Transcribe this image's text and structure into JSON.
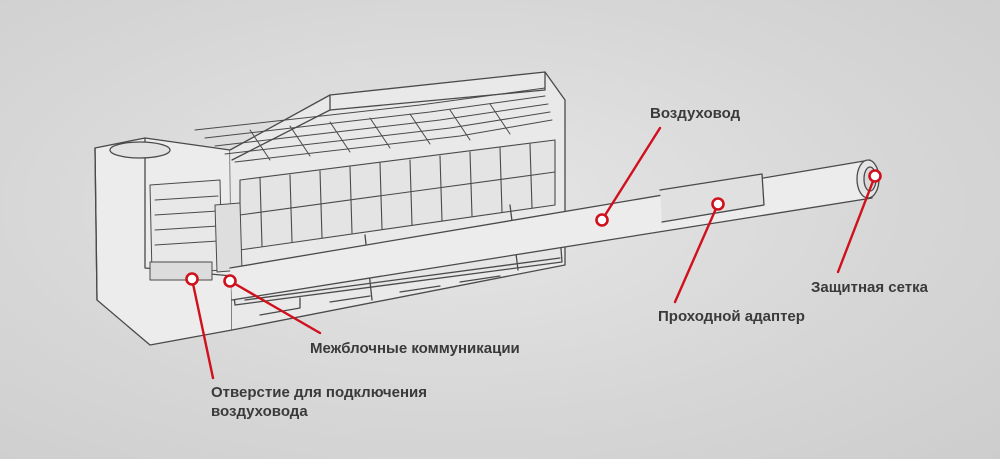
{
  "labels": {
    "duct": "Воздуховод",
    "mesh": "Защитная сетка",
    "adapter": "Проходной адаптер",
    "communications": "Межблочные коммуникации",
    "hole_line1": "Отверстие для подключения",
    "hole_line2": "воздуховода"
  },
  "colors": {
    "background": "#d9d9d9",
    "callout": "#d0101c",
    "label_text": "#3a3a3a",
    "drawing_line": "#4a4a4a",
    "drawing_fill": "#ededed"
  }
}
